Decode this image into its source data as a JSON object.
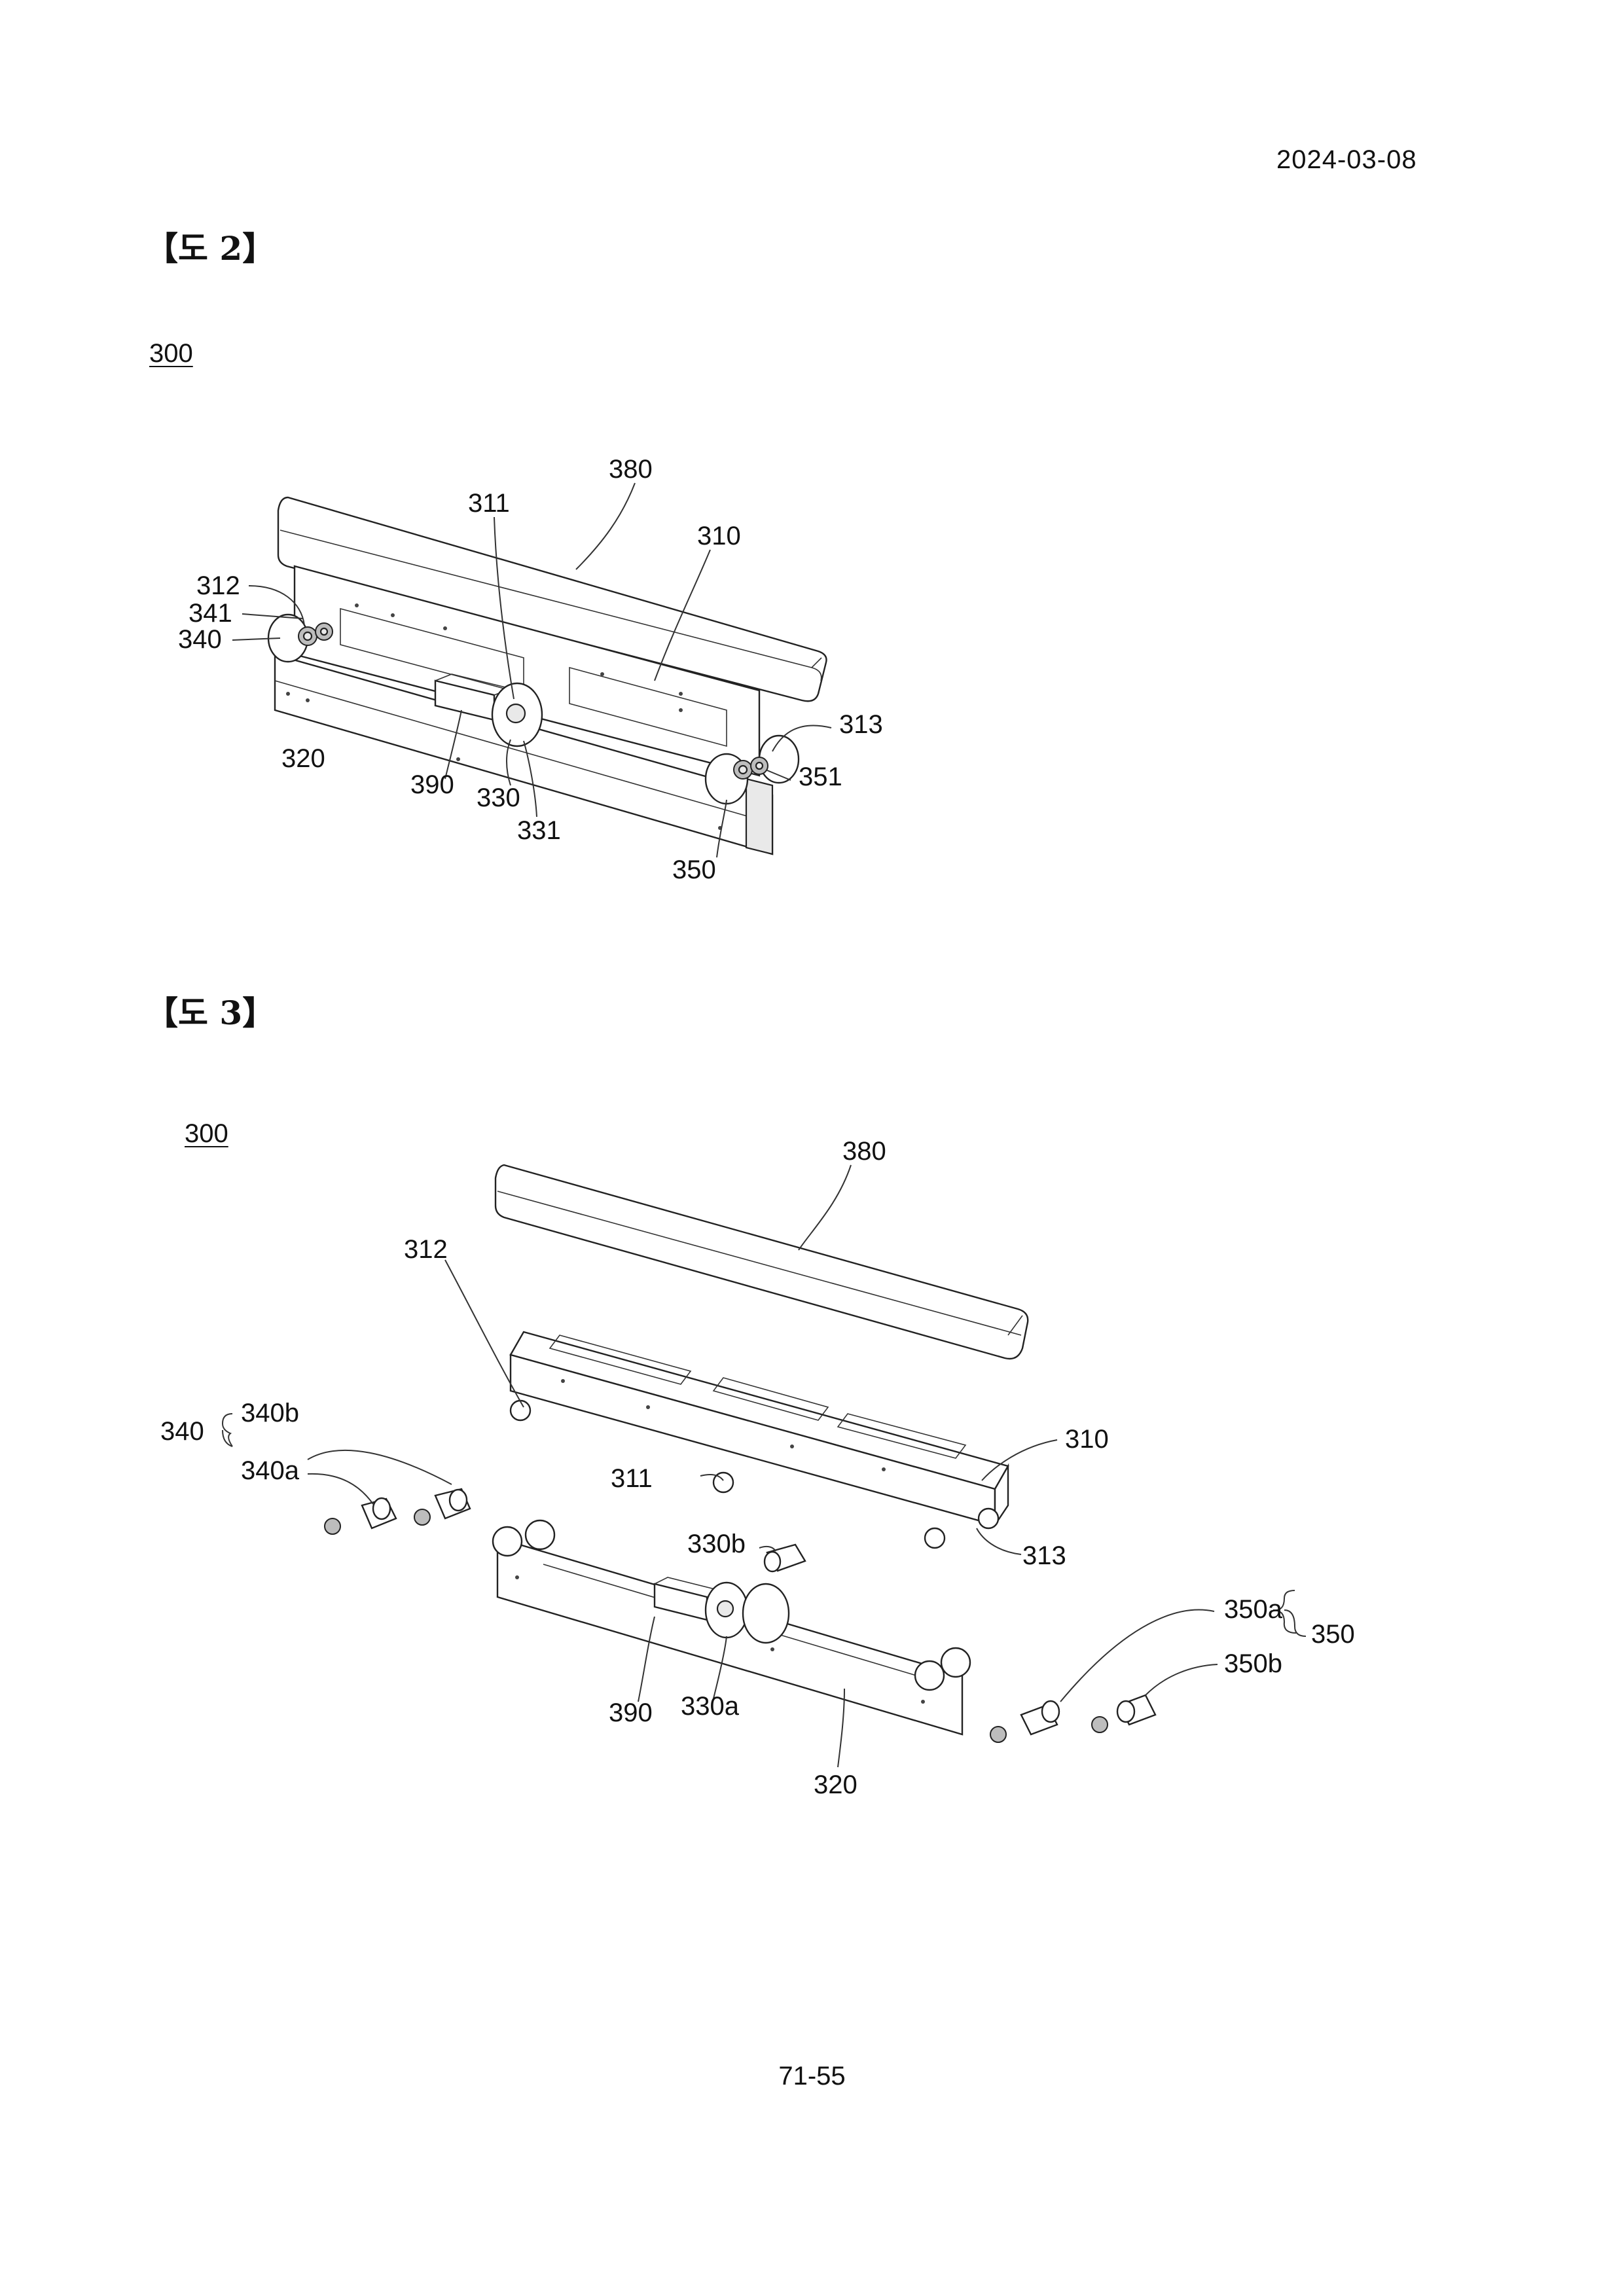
{
  "header": {
    "date": "2024-03-08"
  },
  "figures": [
    {
      "title": "【도 2】",
      "ref": "300",
      "labels": {
        "l380": "380",
        "l311": "311",
        "l310": "310",
        "l312": "312",
        "l341": "341",
        "l340": "340",
        "l313": "313",
        "l351": "351",
        "l320": "320",
        "l390": "390",
        "l330": "330",
        "l331": "331",
        "l350": "350"
      }
    },
    {
      "title": "【도 3】",
      "ref": "300",
      "labels": {
        "l380": "380",
        "l312": "312",
        "l340": "340",
        "l340b": "340b",
        "l340a": "340a",
        "l311": "311",
        "l310": "310",
        "l313": "313",
        "l330b": "330b",
        "l350a": "350a",
        "l350": "350",
        "l350b": "350b",
        "l390": "390",
        "l330a": "330a",
        "l320": "320"
      }
    }
  ],
  "footer": {
    "page_number": "71-55"
  }
}
